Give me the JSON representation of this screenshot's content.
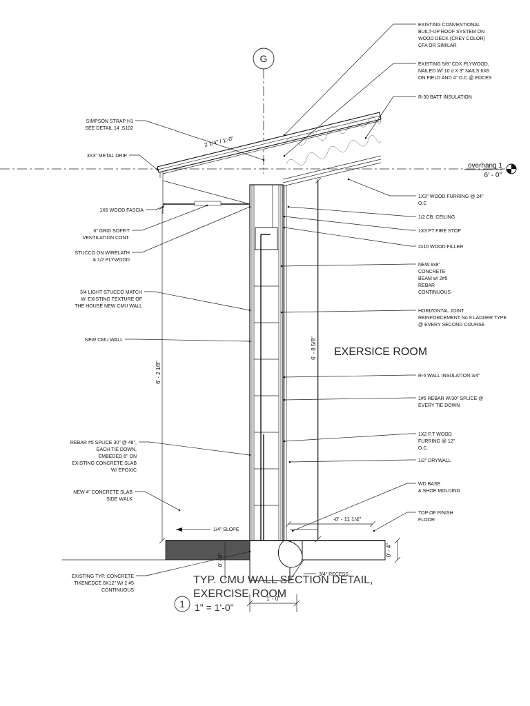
{
  "grid_bubble": "G",
  "level": {
    "name": "overhang 1",
    "elevation": "6' - 0\""
  },
  "room_name": "EXERSICE ROOM",
  "roof_pitch": "2 1/4\" / 1'-0\"",
  "slope_note": "1/4\" SLOPE",
  "dimensions": {
    "wall_height": "6' - 2 1/8\"",
    "room_height": "6' - 8 5/8\"",
    "footing_depth": "0' - 8\"",
    "footing_width": "1' - 0\"",
    "recess_offset": "-0' - 11 1/4\"",
    "slab_edge": "0' - 4\""
  },
  "notes_right": [
    {
      "lines": [
        "EXISTING CONVENTIONAL",
        "BUILT-UP ROOF SYSTEM ON",
        "WOOD DECK (CREY COLOR)",
        "CFA OR SIMILAR"
      ]
    },
    {
      "lines": [
        "EXISTING 5/8\" CDX PLYWOOD,",
        "NAILED W/ 10 d X 3\" NAILS 6X6",
        "ON FIELD AND 4\" O.C @ EDCES"
      ]
    },
    {
      "lines": [
        "R-30 BATT INSULATION"
      ]
    },
    {
      "lines": [
        "1X3\" WOOD FURRING @ 24\"",
        "O.C"
      ]
    },
    {
      "lines": [
        "1/2 CB. CEILING"
      ]
    },
    {
      "lines": [
        "1X3 PT FIRE STOP"
      ]
    },
    {
      "lines": [
        "2x10   WOOD FILLER"
      ]
    },
    {
      "lines": [
        "NEW 8x8\"",
        "CONCRETE",
        "BEAM w/ 2#5",
        "REBAR",
        "CONTINUOUS"
      ]
    },
    {
      "lines": [
        "HORIZONTAL JOINT",
        "REINFORCEMENT No 9 LADDER TYPE",
        "@ EVERY SECOND COURSE"
      ]
    },
    {
      "lines": [
        "R-5 WALL INSULATION 3/4\""
      ]
    },
    {
      "lines": [
        "1#5 REBAR W/30\" SPLICE @",
        "EVERY TIE DOWN"
      ]
    },
    {
      "lines": [
        "1X2 P.T WOOD",
        "FURRING @ 12\"",
        "O.C."
      ]
    },
    {
      "lines": [
        "1/2\" DRYWALL"
      ]
    },
    {
      "lines": [
        "WD BASE",
        "& SHOE MOLDING"
      ]
    },
    {
      "lines": [
        "TOP OF FINISH",
        "FLOOR"
      ]
    }
  ],
  "notes_left": [
    {
      "lines": [
        "SIMPSON STRAP H1",
        "SEE DETAIL 14 ,S102"
      ]
    },
    {
      "lines": [
        "3X3\" METAL DRIP"
      ]
    },
    {
      "lines": [
        "1X6 WOOD FASCIA"
      ]
    },
    {
      "lines": [
        "6\" GRID SOFFIT",
        "VENTILATION CONT."
      ]
    },
    {
      "lines": [
        "STUCCO ON WIRELATH",
        "& 1/2 PLYWOOD"
      ]
    },
    {
      "lines": [
        "3/4 LIGHT STUCCO MATCH",
        "W. EXISTING TEXTURE OF",
        "THE HOUSE NEW CMU WALL"
      ]
    },
    {
      "lines": [
        "NEW CMU WALL"
      ]
    },
    {
      "lines": [
        "REBAR #5 SPLICE 30\" @ 48\",",
        "EACH TIE DOWN,",
        "EMBEDED 6\" ON",
        "EXISTING CONCRETE SLAB",
        "W/ EPOXIC"
      ]
    },
    {
      "lines": [
        "NEW 4\" CONCRETE SLAB",
        "SIDE WALK"
      ]
    },
    {
      "lines": [
        "EXISTING TYP. CONCRETE",
        "TIKENEDCE 8X12\" W/ 2 #5",
        "CONTINUOUS"
      ]
    }
  ],
  "recess_note": "3/4\" RECESS",
  "title": {
    "number": "1",
    "line1": "TYP. CMU WALL SECTION DETAIL,",
    "line2": "EXERCISE ROOM",
    "scale": "1\" = 1'-0\""
  }
}
